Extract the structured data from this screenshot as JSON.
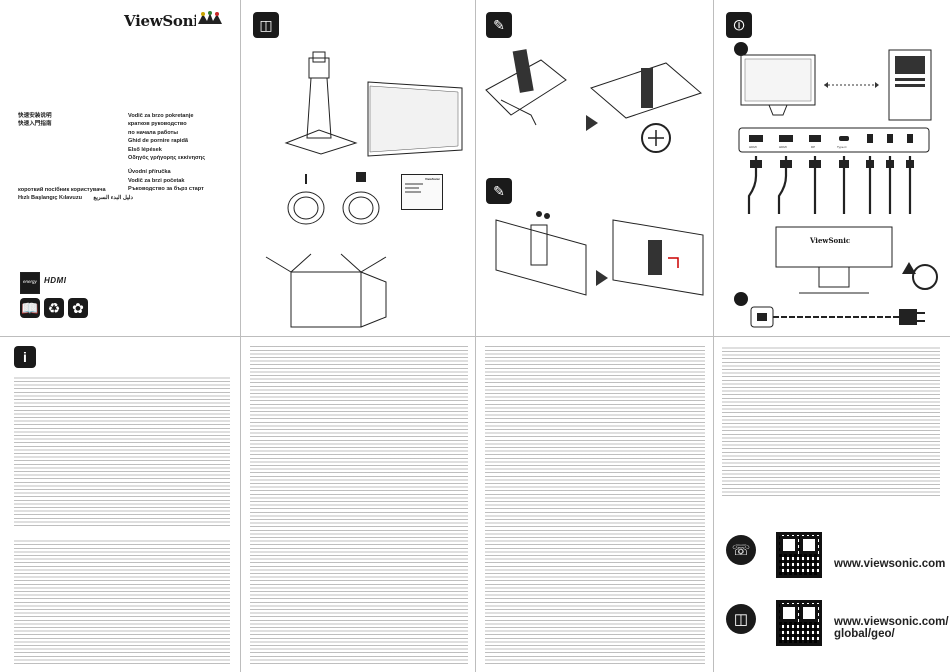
{
  "brand": {
    "name": "ViewSonic"
  },
  "languages": {
    "zh": [
      "快速安装说明",
      "快速入門指南"
    ],
    "left": [
      "Vodič za brzo pokretanje",
      "кратков руководство",
      "по начала работы",
      "Ghid de pornire rapidă",
      "Első lépések",
      "Οδηγός γρήγορης εκκίνησης",
      "Úvodní příručka",
      "Vodič za brzi početak",
      "Ръководство за бърз старт"
    ],
    "bottom": [
      "короткий посібник користувача",
      "Hızlı Başlangıç Kılavuzu",
      "دليل البدء السريع"
    ]
  },
  "logos": {
    "energy_star": "energy",
    "hdmi": "HDMI"
  },
  "panel3": {
    "box_brand": "ViewSonic"
  },
  "panel5": {
    "monitor_brand": "ViewSonic",
    "ports": [
      "HDMI",
      "HDMI",
      "DP",
      "Type-C",
      "",
      ""
    ]
  },
  "footer": {
    "url1": "www.viewsonic.com",
    "url2_line1": "www.viewsonic.com/",
    "url2_line2": "global/geo/"
  },
  "colors": {
    "ink": "#1a1a1a",
    "divider": "#bdbdbd"
  }
}
